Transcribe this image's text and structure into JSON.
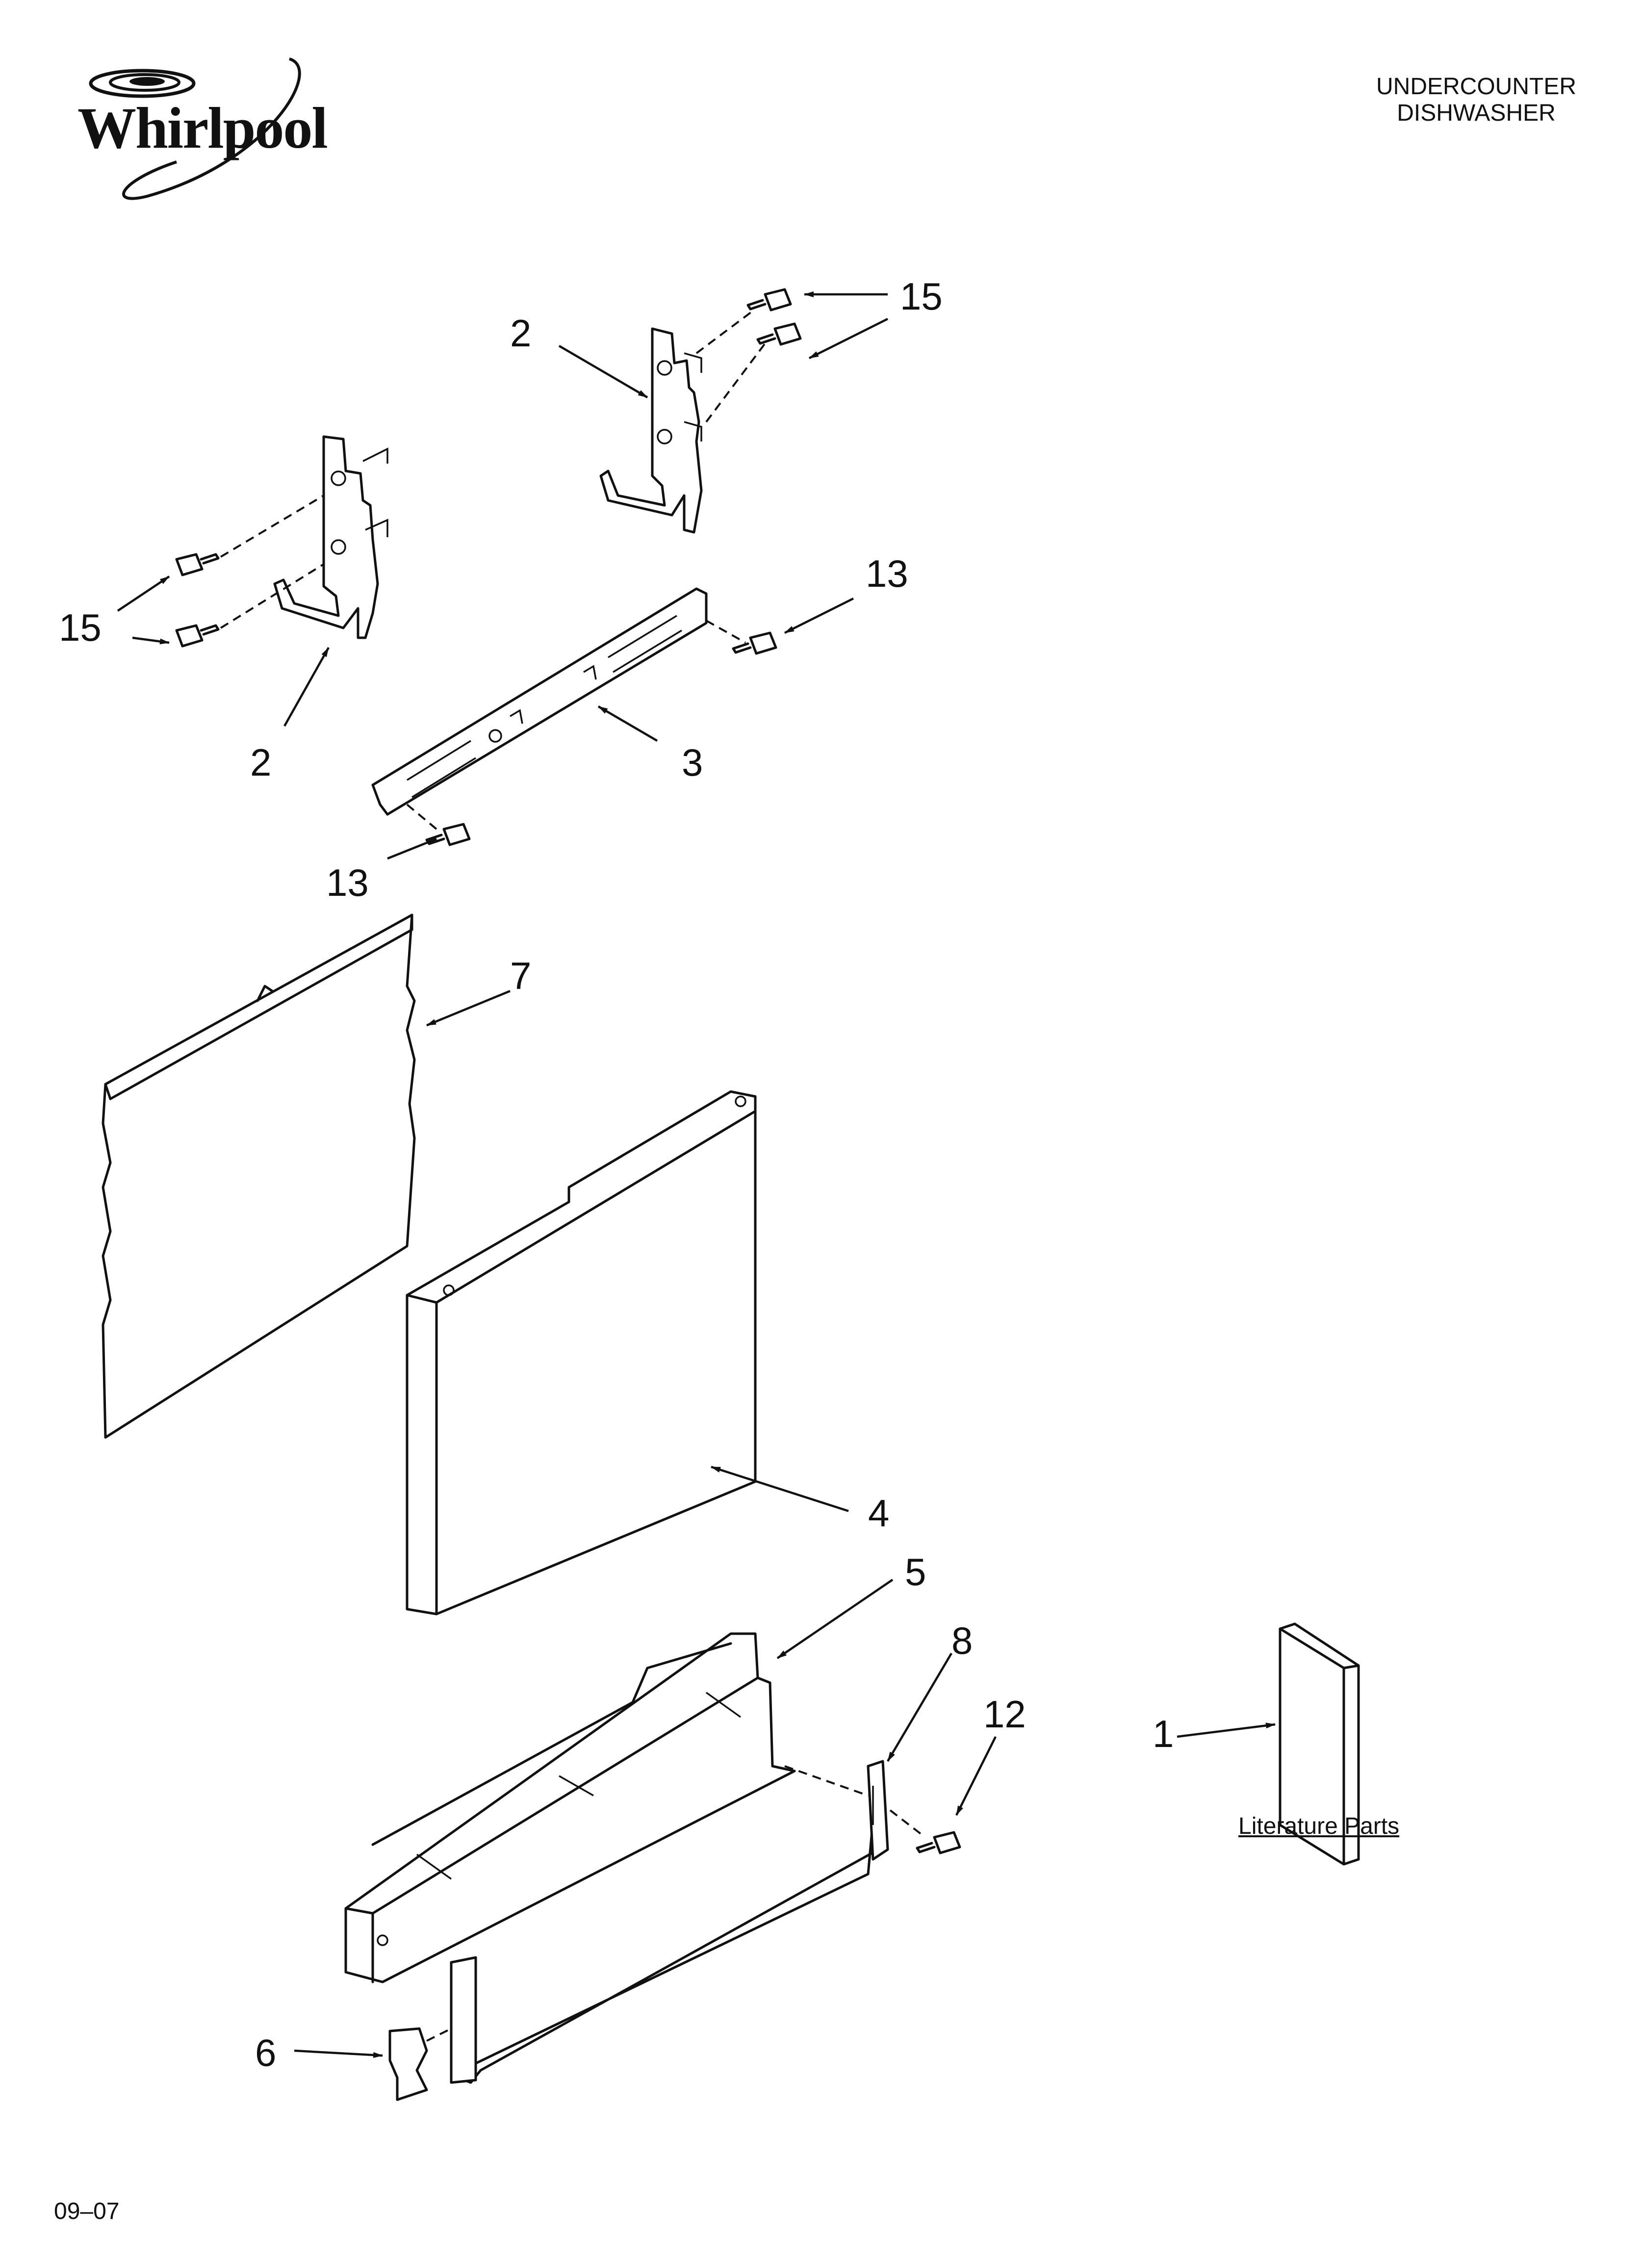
{
  "header": {
    "brand": "Whirlpool",
    "title_line1": "UNDERCOUNTER",
    "title_line2": "DISHWASHER"
  },
  "callouts": {
    "c2_top": "2",
    "c15_top": "15",
    "c15_left": "15",
    "c2_left": "2",
    "c13_right": "13",
    "c3": "3",
    "c13_left": "13",
    "c7": "7",
    "c4": "4",
    "c5": "5",
    "c8": "8",
    "c12": "12",
    "c1": "1",
    "c6": "6"
  },
  "literature_label": "Literature Parts",
  "footer": {
    "date_code": "09–07"
  },
  "icons": [
    "whirlpool-logo",
    "arrow-pointer"
  ]
}
